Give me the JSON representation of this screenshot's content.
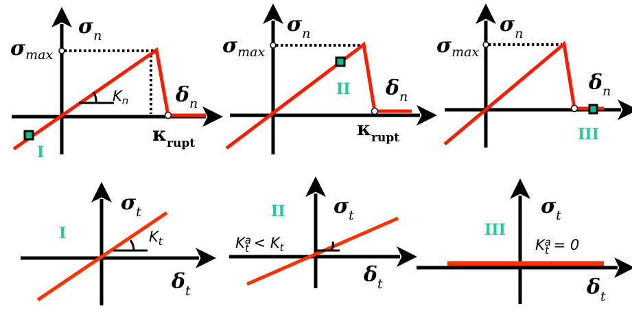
{
  "colors": {
    "curve": "#ff1a00",
    "tangent_curve": "#ff3300",
    "phase_label": "#22cc99",
    "marker_fill": "#11bb88"
  },
  "symbols": {
    "sigma": "σ",
    "delta": "δ",
    "kappa": "κ",
    "K": "K",
    "sub_n": "n",
    "sub_t": "t",
    "sub_max": "max",
    "sub_rupt": "rupt",
    "sup_a": "a",
    "lt": " < ",
    "eq_zero": " = 0"
  },
  "phases": [
    "I",
    "II",
    "III"
  ]
}
